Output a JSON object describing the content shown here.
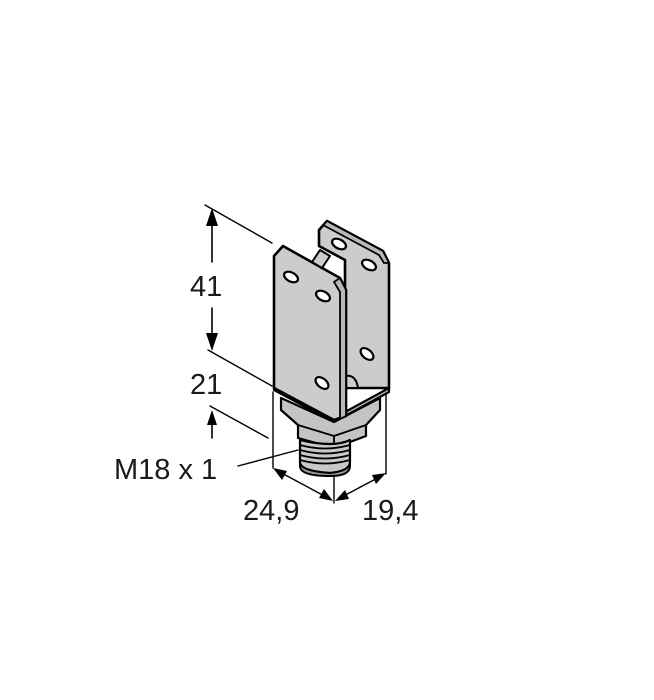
{
  "drawing": {
    "subject": "mounting bracket with M18 thread",
    "dimensions": {
      "height_upper": "41",
      "height_lower": "21",
      "thread": "M18 x 1",
      "width_front": "24,9",
      "width_side": "19,4"
    },
    "colors": {
      "plate_fill": "#cccccc",
      "plate_dark": "#b8b8b8",
      "thread_fill": "#c8c8c8",
      "thread_base": "#9a9a9a",
      "line": "#000000",
      "background": "#ffffff"
    }
  }
}
